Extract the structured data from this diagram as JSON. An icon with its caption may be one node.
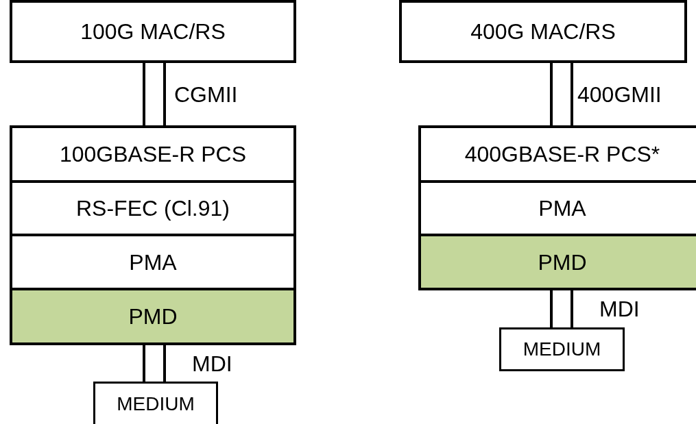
{
  "diagram": {
    "nodes": [
      {
        "text": [
          "100G MAC/RS"
        ]
      },
      {
        "text": [
          "100GBASE-R PCS"
        ]
      },
      {
        "text": [
          "RS-FEC (Cl.91)"
        ]
      },
      {
        "text": [
          "PMA"
        ]
      },
      {
        "text": [
          "PMD"
        ]
      },
      {
        "text": [
          "MEDIUM"
        ]
      },
      {
        "text": [
          "400G MAC/RS"
        ]
      },
      {
        "text": [
          "400GBASE-R PCS*"
        ]
      },
      {
        "text": [
          "PMA"
        ]
      },
      {
        "text": [
          "PMD"
        ]
      },
      {
        "text": [
          "MEDIUM"
        ]
      }
    ],
    "edges": [
      {
        "from": 0,
        "to": 1,
        "arrow": "none",
        "label": "CGMII"
      },
      {
        "from": 4,
        "to": 5,
        "arrow": "none",
        "label": "MDI"
      },
      {
        "from": 6,
        "to": 7,
        "arrow": "none",
        "label": "400GMII"
      },
      {
        "from": 9,
        "to": 10,
        "arrow": "none",
        "label": "MDI"
      }
    ]
  }
}
